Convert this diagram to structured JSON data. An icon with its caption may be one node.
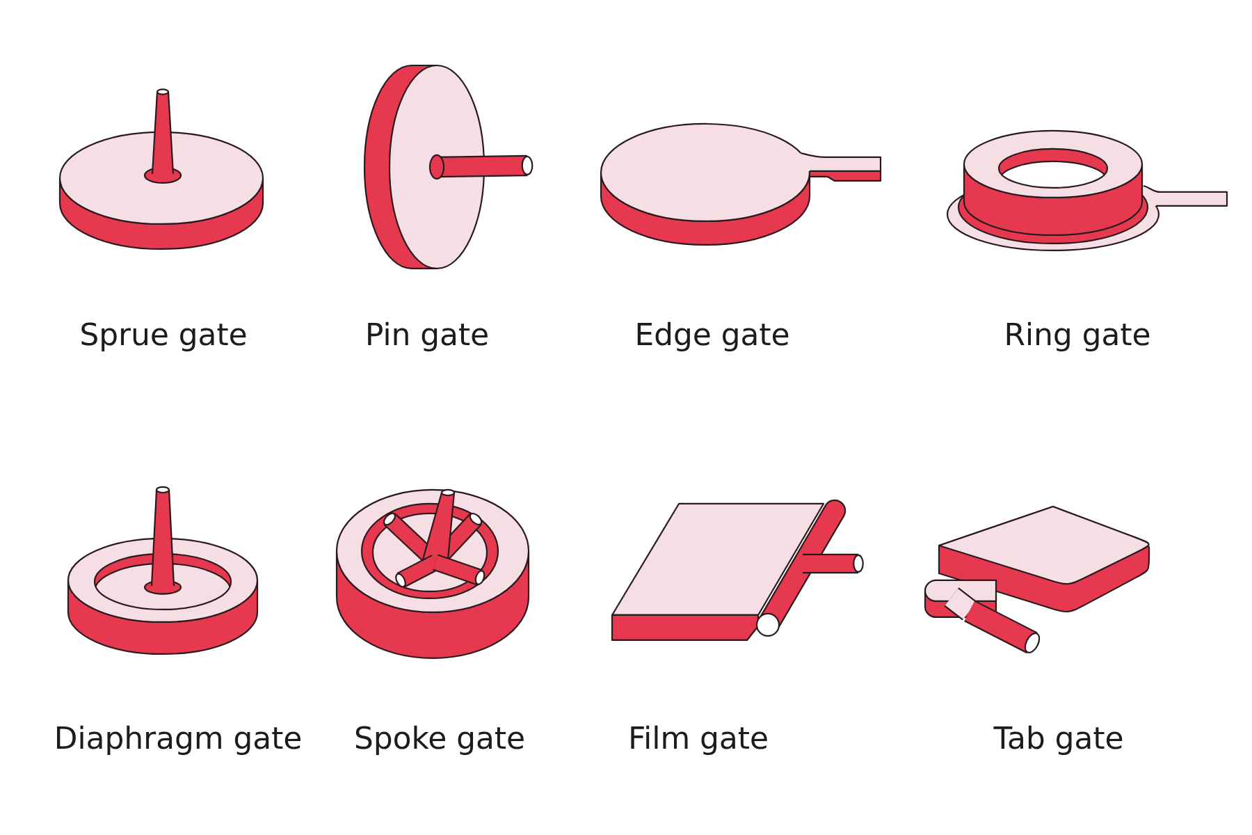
{
  "diagram": {
    "labels": [
      "Sprue gate",
      "Pin gate",
      "Edge gate",
      "Ring gate",
      "Diaphragm gate",
      "Spoke gate",
      "Film gate",
      "Tab gate"
    ]
  }
}
